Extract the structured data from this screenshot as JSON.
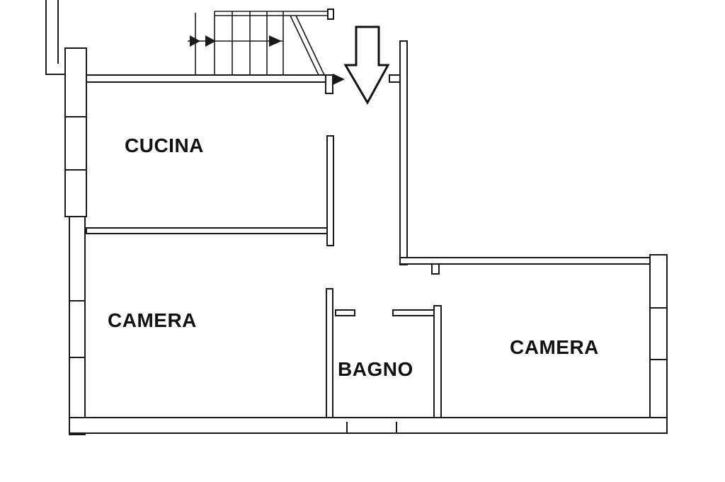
{
  "rooms": {
    "kitchen": "CUCINA",
    "bedroom_left": "CAMERA",
    "bathroom": "BAGNO",
    "bedroom_right": "CAMERA"
  },
  "colors": {
    "ink": "#1a1a1a",
    "background": "#ffffff"
  },
  "icons": {
    "entrance": "down-arrow-icon"
  }
}
